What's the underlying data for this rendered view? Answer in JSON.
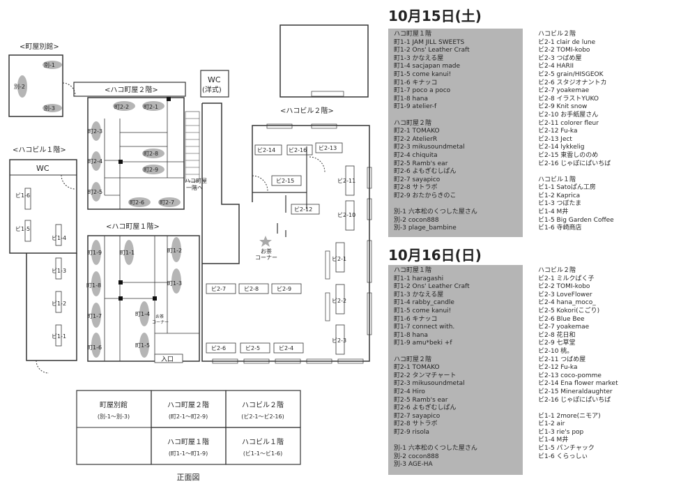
{
  "floorplan": {
    "areas": {
      "machiya_bekkan": "<町屋別館>",
      "hakobiru_1f": "<ハコビル１階>",
      "hakomachiya_2f": "<ハコ町屋２階>",
      "hakomachiya_1f": "<ハコ町屋１階>",
      "hakobiru_2f": "<ハコビル２階>"
    },
    "wc_label": "WC",
    "wc_western_1": "WC",
    "wc_western_2": "(洋式)",
    "stairs_label_1": "ハコ町屋",
    "stairs_label_2": "一階へ",
    "tea_corner_1": "お茶",
    "tea_corner_2": "コーナー",
    "tea_corner_small_1": "お茶",
    "tea_corner_small_2": "コーナー",
    "entrance": "入口",
    "spots": {
      "b1": "別-1",
      "b2": "別-2",
      "b3": "別-3",
      "m2_1": "町2-1",
      "m2_2": "町2-2",
      "m2_3": "町2-3",
      "m2_4": "町2-4",
      "m2_5": "町2-5",
      "m2_6": "町2-6",
      "m2_7": "町2-7",
      "m2_8": "町2-8",
      "m2_9": "町2-9",
      "m1_1": "町1-1",
      "m1_2": "町1-2",
      "m1_3": "町1-3",
      "m1_4": "町1-4",
      "m1_5": "町1-5",
      "m1_6": "町1-6",
      "m1_7": "町1-7",
      "m1_8": "町1-8",
      "m1_9": "町1-9",
      "v1_1": "ビ1-1",
      "v1_2": "ビ1-2",
      "v1_3": "ビ1-3",
      "v1_4": "ビ1-4",
      "v1_5": "ビ1-5",
      "v1_6": "ビ1-6",
      "v2_1": "ビ2-1",
      "v2_2": "ビ2-2",
      "v2_3": "ビ2-3",
      "v2_4": "ビ2-4",
      "v2_5": "ビ2-5",
      "v2_6": "ビ2-6",
      "v2_7": "ビ2-7",
      "v2_8": "ビ2-8",
      "v2_9": "ビ2-9",
      "v2_10": "ビ2-10",
      "v2_11": "ビ2-11",
      "v2_12": "ビ2-12",
      "v2_13": "ビ2-13",
      "v2_14": "ビ2-14",
      "v2_15": "ビ2-15",
      "v2_16": "ビ2-16"
    }
  },
  "front_view": {
    "cells": [
      {
        "name": "町屋別館",
        "range": "(別-1〜別-3)"
      },
      {
        "name": "ハコ町屋２階",
        "range": "(町2-1〜町2-9)"
      },
      {
        "name": "ハコビル２階",
        "range": "(ビ2-1〜ビ2-16)"
      },
      {
        "name": "ハコ町屋１階",
        "range": "(町1-1〜町1-9)"
      },
      {
        "name": "ハコビル１階",
        "range": "(ビ1-1〜ビ1-6)"
      }
    ],
    "caption": "正面図"
  },
  "schedule": {
    "day1": {
      "title": "10月15日(土)",
      "left": [
        "ハコ町屋１階",
        "町1-1 JAM JILL SWEETS",
        "町1-2 Ons' Leather Craft",
        "町1-3 かなえる屋",
        "町1-4 sacjapan made",
        "町1-5 come kanui!",
        "町1-6 キナッコ",
        "町1-7 poco a poco",
        "町1-8 hana",
        "町1-9 atelier-f",
        "",
        "ハコ町屋２階",
        "町2-1 TOMAKO",
        "町2-2 AtelierR",
        "町2-3 mikusoundmetal",
        "町2-4 chiquita",
        "町2-5 Ramb's ear",
        "町2-6 よもぎむしぱん",
        "町2-7 sayapico",
        "町2-8 サトラボ",
        "町2-9 おたからきのこ",
        "",
        "別-1 六本松のくつした屋さん",
        "別-2 cocon888",
        "別-3 plage_bambine"
      ],
      "right": [
        "ハコビル２階",
        "ビ2-1 clair de lune",
        "ビ2-2 TOMI-kobo",
        "ビ2-3 つばめ屋",
        "ビ2-4 HARII",
        "ビ2-5 grain/HISGEOK",
        "ビ2-6 スタジオナントカ",
        "ビ2-7 yoakemae",
        "ビ2-8 イラストYUKO",
        "ビ2-9 Knit snow",
        "ビ2-10 お手紙屋さん",
        "ビ2-11 colorer fleur",
        "ビ2-12 Fu-ka",
        "ビ2-13 Ject",
        "ビ2-14 lykkelig",
        "ビ2-15 東雲しののめ",
        "ビ2-16 じゃぽにぱいちば",
        "",
        "ハコビル１階",
        "ビ1-1 Satoぱん工房",
        "ビ1-2 Kaprica",
        "ビ1-3 つぼたま",
        "ビ1-4 M井",
        "ビ1-5 Big Garden Coffee",
        "ビ1-6 寺崎商店"
      ]
    },
    "day2": {
      "title": "10月16日(日)",
      "left": [
        "ハコ町屋１階",
        "町1-1 haragashi",
        "町1-2 Ons' Leather Craft",
        "町1-3 かなえる屋",
        "町1-4 rabby_candle",
        "町1-5 come kanui!",
        "町1-6 キナッコ",
        "町1-7 connect with.",
        "町1-8 hana",
        "町1-9 amu*beki +f",
        "",
        "ハコ町屋２階",
        "町2-1 TOMAKO",
        "町2-2 タンマチャート",
        "町2-3 mikusoundmetal",
        "町2-4 Hiro",
        "町2-5 Ramb's ear",
        "町2-6 よもぎむしぱん",
        "町2-7 sayapico",
        "町2-8 サトラボ",
        "町2-9 risola",
        "",
        "別-1 六本松のくつした屋さん",
        "別-2 cocon888",
        "別-3 AGE-HA"
      ],
      "right": [
        "ハコビル２階",
        "ビ2-1 ミルクぱく子",
        "ビ2-2 TOMI-kobo",
        "ビ2-3 LoveFlower",
        "ビ2-4 hana_moco_",
        "ビ2-5 Kokori(こごり)",
        "ビ2-6 Blue Bee",
        "ビ2-7 yoakemae",
        "ビ2-8 花日和",
        "ビ2-9 七草堂",
        "ビ2-10 桃。",
        "ビ2-11 つばめ屋",
        "ビ2-12 Fu-ka",
        "ビ2-13 coco-pomme",
        "ビ2-14 Ena flower market",
        "ビ2-15 Mineraldaughter",
        "ビ2-16 じゃぽにぱいちば",
        "",
        "ビ1-1 2more(ニモア)",
        "ビ1-2 air",
        "ビ1-3 rie's pop",
        "ビ1-4 M井",
        "ビ1-5 パンチャック",
        "ビ1-6 くらっしぃ"
      ]
    }
  },
  "colors": {
    "booth_fill": "#b5b5b5",
    "list_gray": "#b5b5b5",
    "star": "#a9a9a9"
  }
}
